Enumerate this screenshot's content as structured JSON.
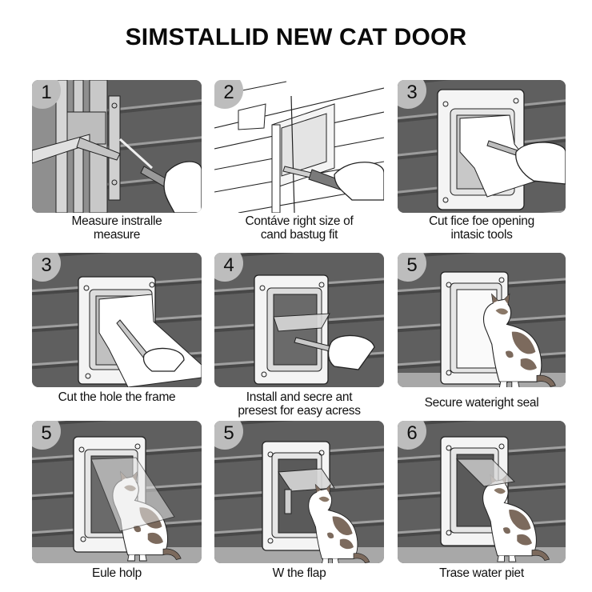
{
  "title": "SIMSTALLID NEW CAT  DOOR",
  "colors": {
    "background": "#ffffff",
    "wall_siding": "#5e5e5e",
    "siding_highlight": "#9a9a9a",
    "frame": "#f2f2f2",
    "badge": "#bdbdbd",
    "cat_brown": "#7a6a5e",
    "text": "#111111"
  },
  "steps": [
    {
      "number": "1",
      "caption_line1": "Measure instralle",
      "caption_line2": "measure",
      "illustration": "measuring-frame-with-tool"
    },
    {
      "number": "2",
      "caption_line1": "Contáve right size of",
      "caption_line2": "cand bastug fit",
      "illustration": "line-drawing-cutting-frame"
    },
    {
      "number": "3",
      "caption_line1": "Cut fice foe opening",
      "caption_line2": "intasic tools",
      "illustration": "marking-template-with-pen"
    },
    {
      "number": "3",
      "caption_line1": "Cut the hole the frame",
      "caption_line2": "",
      "illustration": "tracing-template-on-wall"
    },
    {
      "number": "4",
      "caption_line1": "Install and secre ant",
      "caption_line2": "presest for easy acress",
      "illustration": "installing-flap-with-pen"
    },
    {
      "number": "5",
      "caption_line1": "Secure wateright seal",
      "caption_line2": "",
      "illustration": "cat-sitting-at-sealed-door"
    },
    {
      "number": "5",
      "caption_line1": "Eule holp",
      "caption_line2": "",
      "illustration": "cat-pushing-through-flap"
    },
    {
      "number": "5",
      "caption_line1": "W the flap",
      "caption_line2": "",
      "illustration": "cat-under-open-flap"
    },
    {
      "number": "6",
      "caption_line1": "Trase water piet",
      "caption_line2": "",
      "illustration": "cat-head-in-flap"
    }
  ]
}
